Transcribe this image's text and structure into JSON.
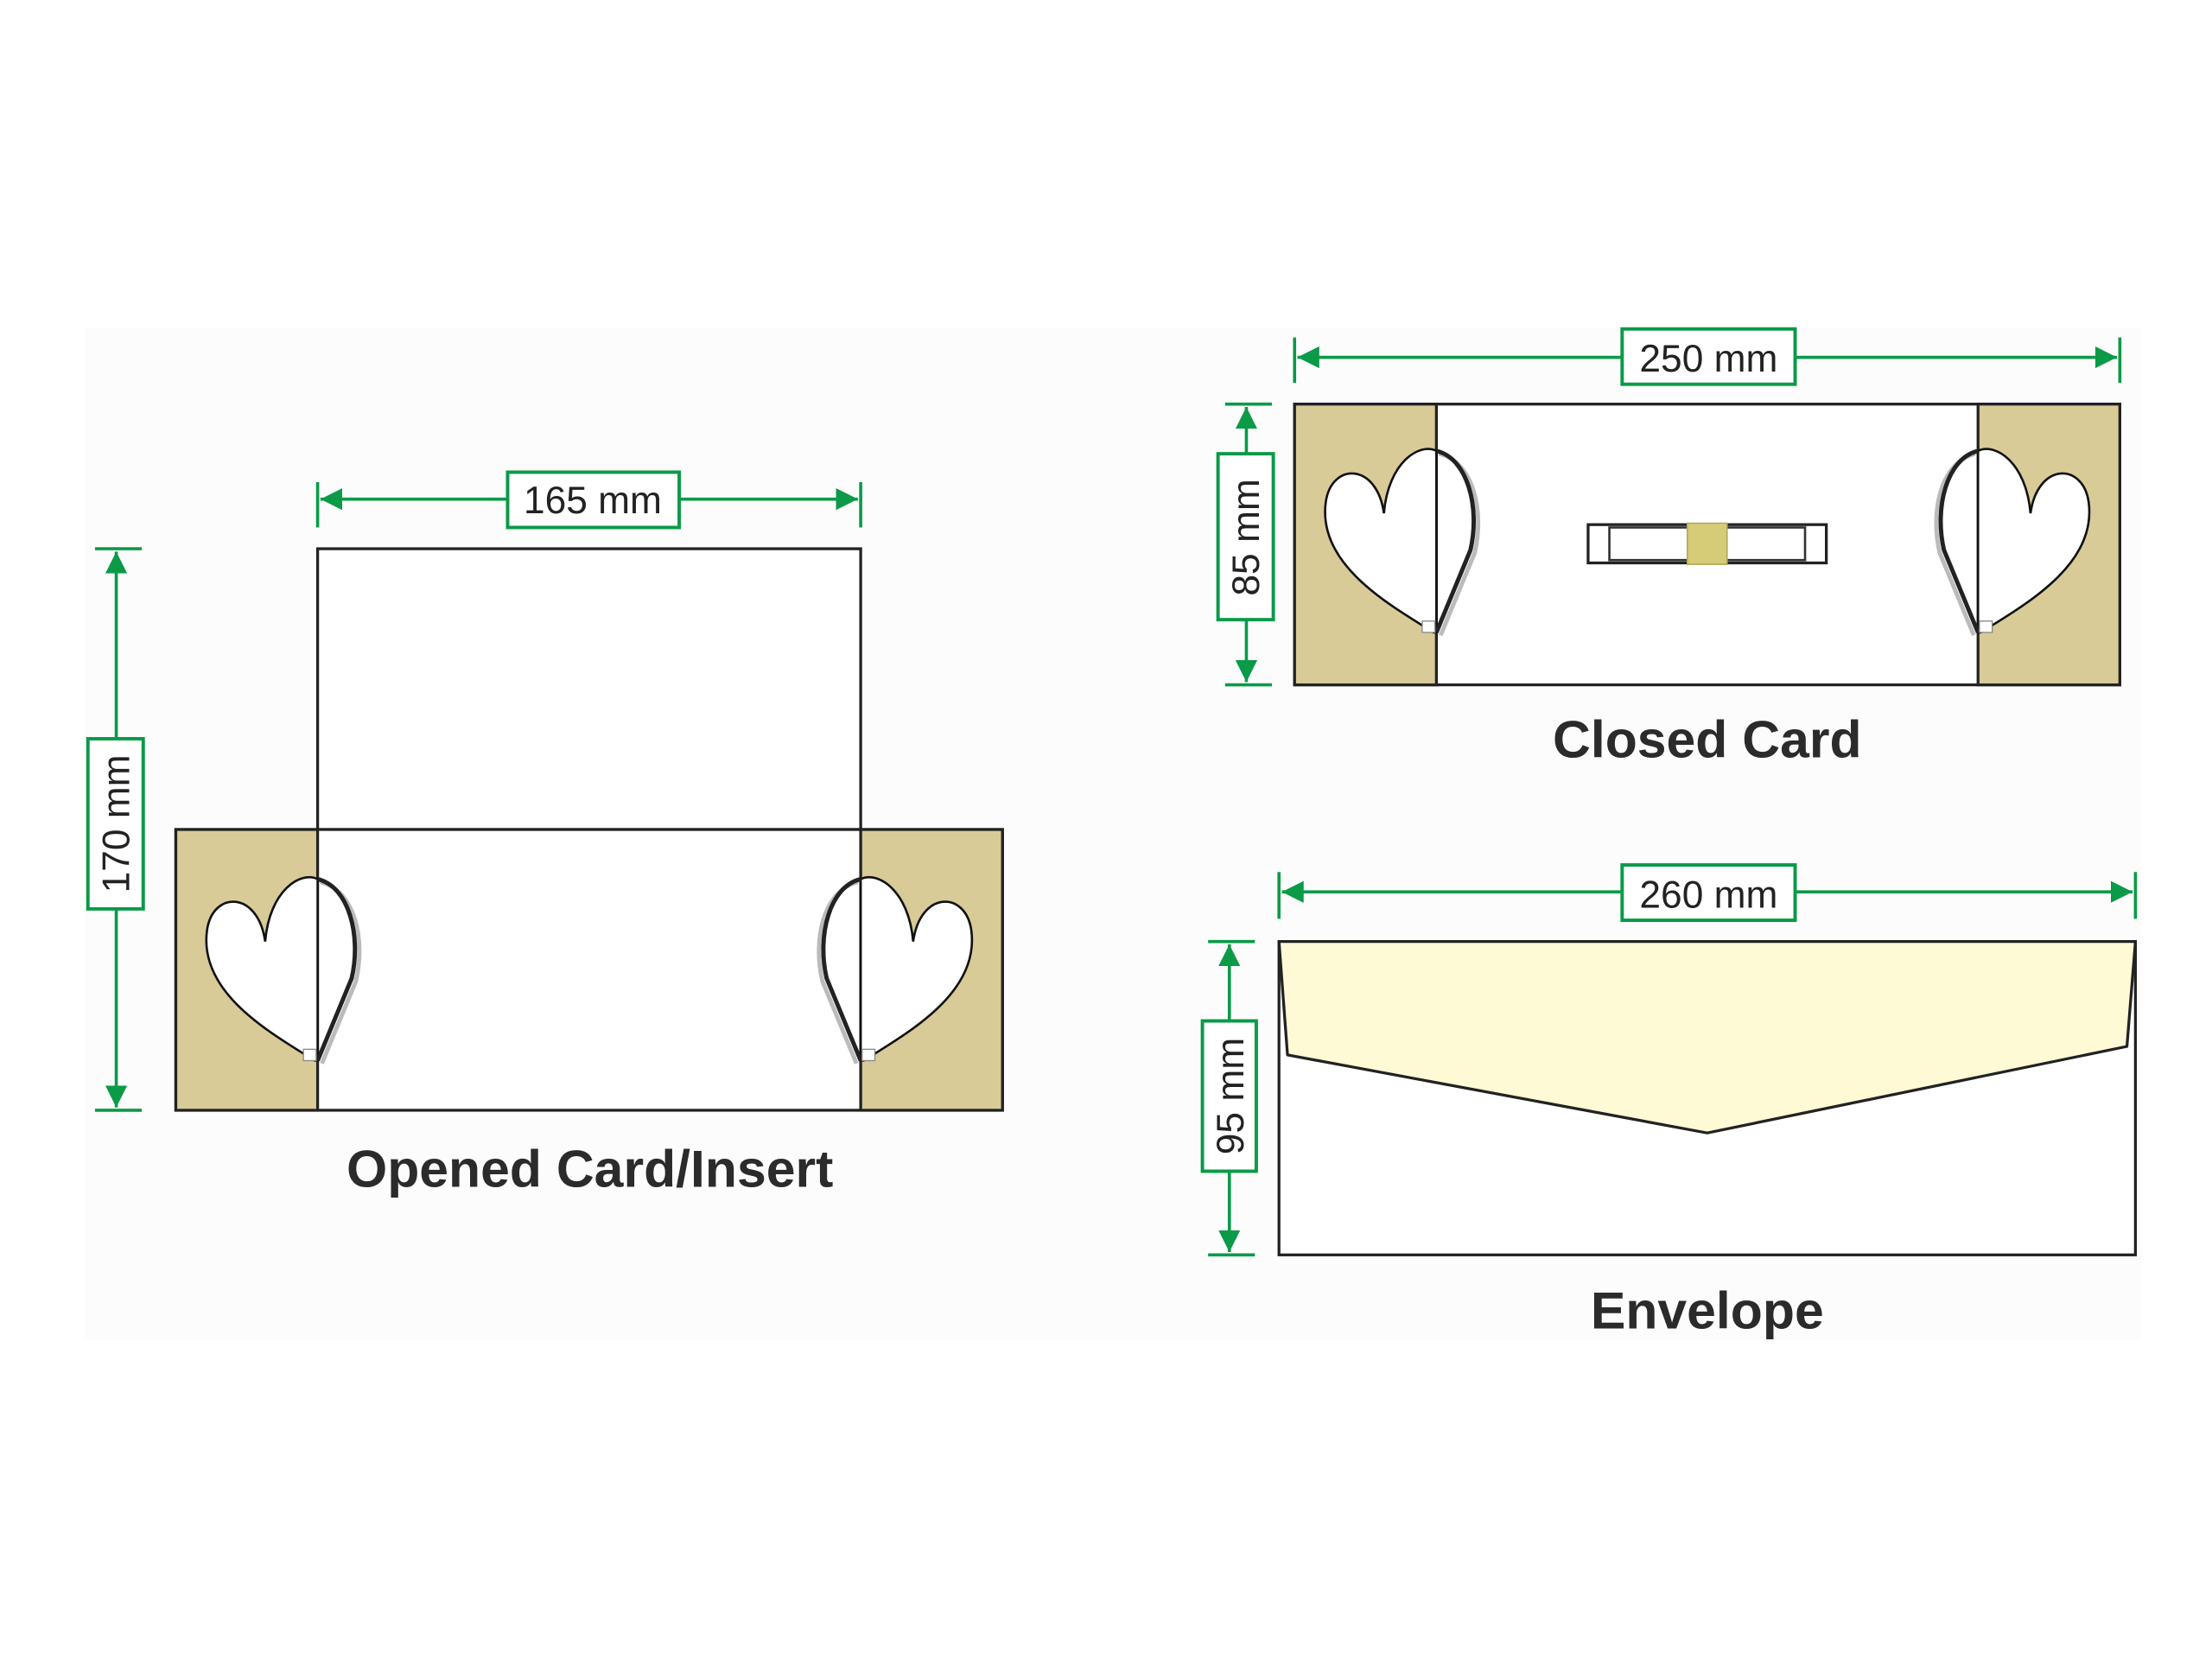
{
  "colors": {
    "dimension": "#0a9a48",
    "kraft": "#d8cb97",
    "envelope_flap": "#fefad6",
    "ribbon_knot": "#d6cc78",
    "outline": "#222222"
  },
  "opened_card": {
    "title": "Opened Card/Insert",
    "width_label": "165 mm",
    "height_label": "170 mm"
  },
  "closed_card": {
    "title": "Closed Card",
    "width_label": "250 mm",
    "height_label": "85 mm"
  },
  "envelope": {
    "title": "Envelope",
    "width_label": "260 mm",
    "height_label": "95 mm"
  }
}
